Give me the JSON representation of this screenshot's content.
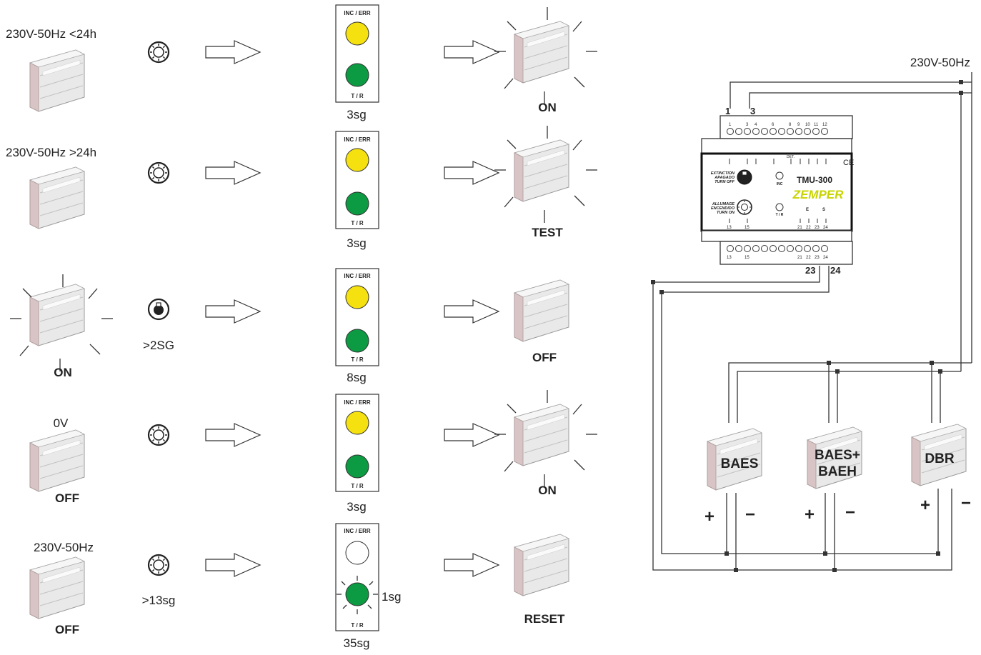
{
  "rows": [
    {
      "supply_label": "230V-50Hz <24h",
      "input_caption": "",
      "panel": {
        "top_label": "INC / ERR",
        "bottom_label": "T / R",
        "duration": "3sg",
        "top_led": "yellow",
        "bottom_led": "green",
        "flash_label": ""
      },
      "result_label": "ON",
      "state_label": ""
    },
    {
      "supply_label": "230V-50Hz >24h",
      "input_caption": "",
      "panel": {
        "top_label": "INC / ERR",
        "bottom_label": "T / R",
        "duration": "3sg",
        "top_led": "yellow",
        "bottom_led": "green",
        "flash_label": ""
      },
      "result_label": "TEST",
      "state_label": ""
    },
    {
      "supply_label": "",
      "input_caption": ">2SG",
      "panel": {
        "top_label": "INC / ERR",
        "bottom_label": "T / R",
        "duration": "8sg",
        "top_led": "yellow",
        "bottom_led": "green",
        "flash_label": ""
      },
      "result_label": "OFF",
      "state_label": "ON"
    },
    {
      "supply_label": "0V",
      "input_caption": "",
      "panel": {
        "top_label": "INC / ERR",
        "bottom_label": "T / R",
        "duration": "3sg",
        "top_led": "yellow",
        "bottom_led": "green",
        "flash_label": ""
      },
      "result_label": "ON",
      "state_label": "OFF"
    },
    {
      "supply_label": "230V-50Hz",
      "input_caption": ">13sg",
      "panel": {
        "top_label": "INC / ERR",
        "bottom_label": "T / R",
        "duration": "35sg",
        "top_led": "off",
        "bottom_led": "green",
        "flash_label": "1sg"
      },
      "result_label": "RESET",
      "state_label": "OFF"
    }
  ],
  "wiring": {
    "supply_label": "230V-50Hz",
    "module": {
      "model": "TMU-300",
      "brand": "ZEMPER",
      "terminal_top_a": "1",
      "terminal_top_b": "3",
      "terminal_bottom_a": "23",
      "terminal_bottom_b": "24",
      "top_numbers": [
        "1",
        "3",
        "4",
        "6",
        "8",
        "9",
        "10",
        "11",
        "12"
      ],
      "bottom_numbers": [
        "13",
        "15",
        "21",
        "22",
        "23",
        "24"
      ],
      "extinction_label": "EXTINCTION",
      "apagado_label": "APAGADO",
      "turn_off_label": "TURN OFF",
      "allumage_label": "ALLUMAGE",
      "encendido_label": "ENCENDIDO",
      "turn_on_label": "TURN ON",
      "inc_label": "INC",
      "tr_label": "T / R",
      "e_label": "E",
      "s_label": "S",
      "det_label": "DET.",
      "ce_mark": "CE"
    },
    "devices": [
      {
        "name": "BAES",
        "name2": ""
      },
      {
        "name": "BAES+",
        "name2": "BAEH"
      },
      {
        "name": "DBR",
        "name2": ""
      }
    ],
    "plus": "+",
    "minus": "−"
  },
  "colors": {
    "yellow_led": "#f5e10f",
    "green_led": "#0c9a43",
    "line": "#333333",
    "brand": "#c8d400"
  }
}
